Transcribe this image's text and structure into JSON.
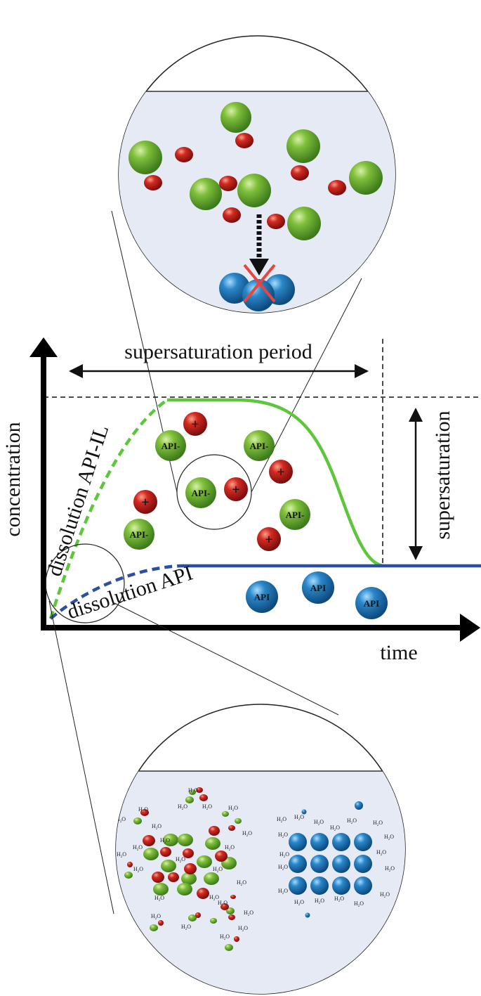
{
  "labels": {
    "supersaturation_period": "supersaturation period",
    "supersaturation": "supersaturation",
    "concentration": "concentration",
    "time": "time",
    "dissolution_api_il": "dissolution API-IL",
    "dissolution_api": "dissolution API"
  },
  "ions": {
    "anion": "API-",
    "cation": "+",
    "neutral": "API"
  },
  "water": {
    "h": "H",
    "sub": "2",
    "o": "O"
  },
  "colors": {
    "green_curve": "#5ec63b",
    "blue_curve": "#2b4fa3",
    "green_ion": "#6aa52f",
    "red_ion": "#c81e1e",
    "blue_particle": "#2a7fc0",
    "cross": "#e8453c",
    "liquid": "#e6eaf5"
  }
}
